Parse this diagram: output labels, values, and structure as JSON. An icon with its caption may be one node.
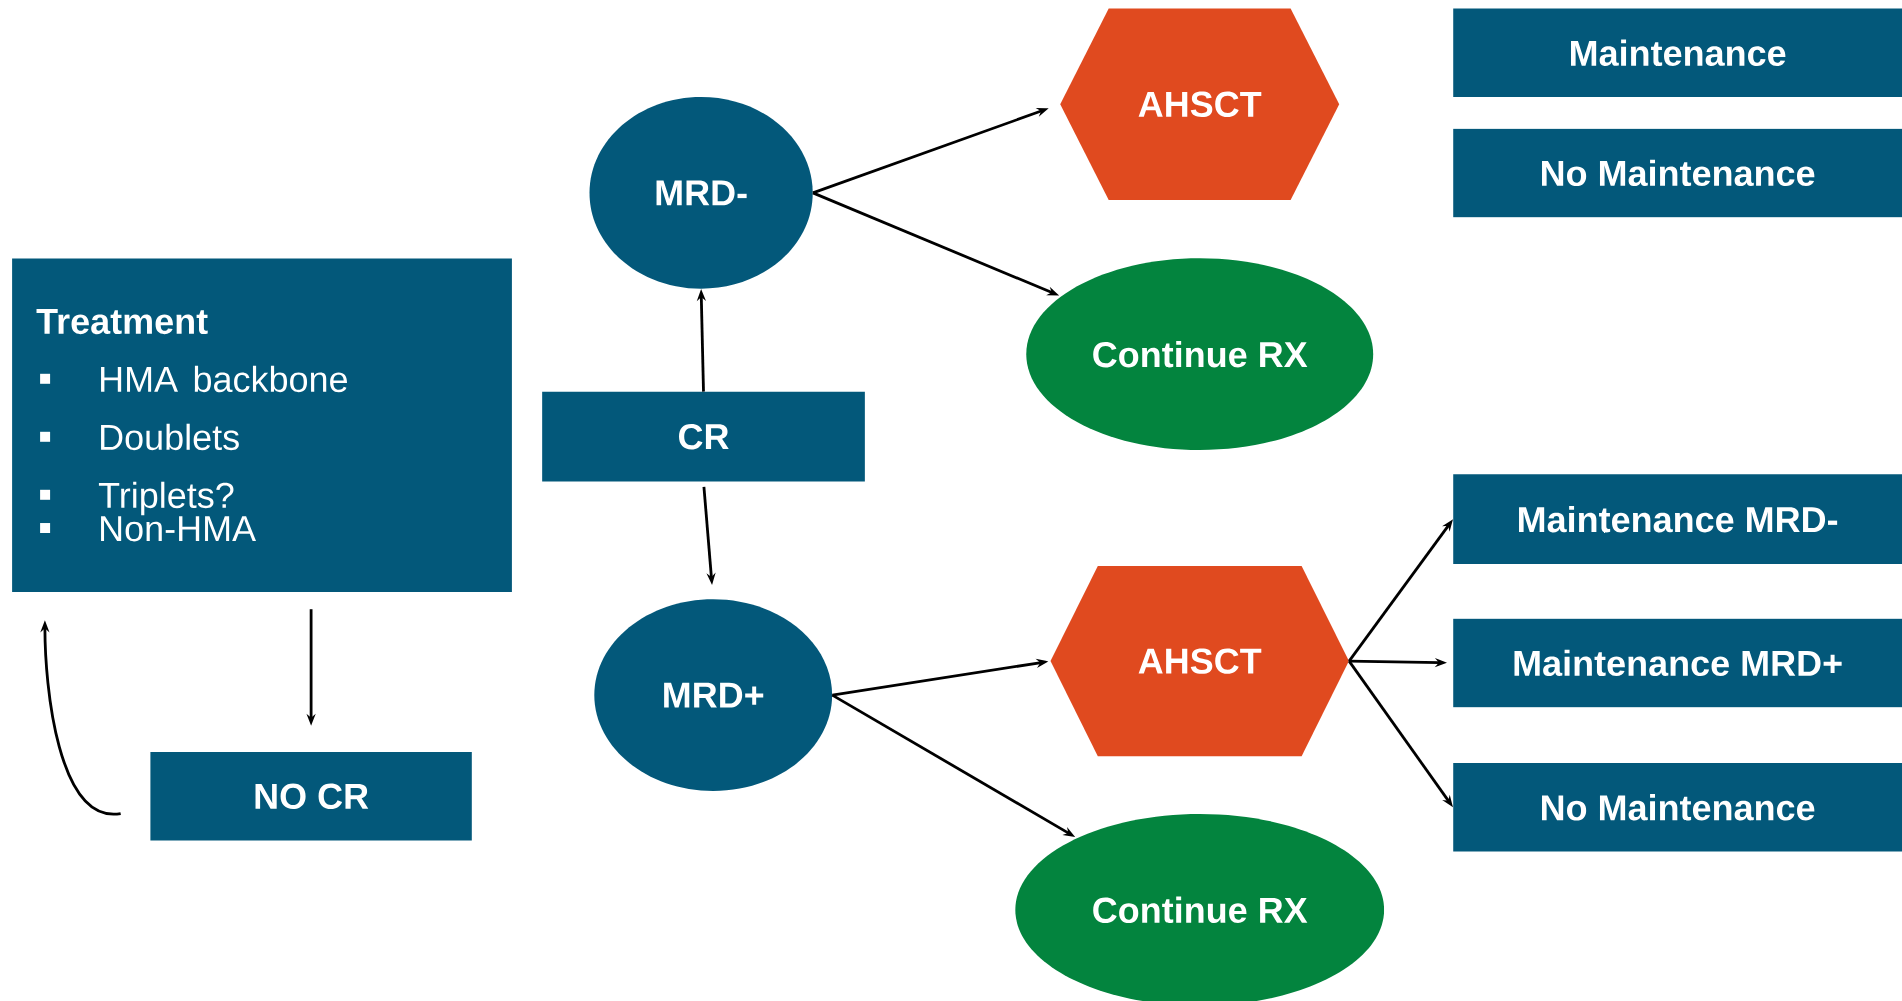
{
  "diagram": {
    "nodes": [
      {
        "text": [
          "Treatment",
          "HMA backbone",
          "Doublets",
          "Triplets?",
          "Non-HMA"
        ]
      },
      {
        "text": [
          "NO CR"
        ]
      },
      {
        "text": [
          "CR"
        ]
      },
      {
        "text": [
          "MRD-"
        ]
      },
      {
        "text": [
          "MRD+"
        ]
      },
      {
        "text": [
          "AHSCT"
        ]
      },
      {
        "text": [
          "Continue RX"
        ]
      },
      {
        "text": [
          "AHSCT"
        ]
      },
      {
        "text": [
          "Continue RX"
        ]
      },
      {
        "text": [
          "Maintenance"
        ]
      },
      {
        "text": [
          "No Maintenance"
        ]
      },
      {
        "text": [
          "Maintenance MRD-"
        ]
      },
      {
        "text": [
          "Maintenance MRD+"
        ]
      },
      {
        "text": [
          "No Maintenance"
        ]
      }
    ],
    "edges": [
      {
        "from": 2,
        "to": 3,
        "arrow": "to"
      },
      {
        "from": 2,
        "to": 4,
        "arrow": "to"
      },
      {
        "from": 3,
        "to": 5,
        "arrow": "to"
      },
      {
        "from": 3,
        "to": 6,
        "arrow": "to"
      },
      {
        "from": 4,
        "to": 7,
        "arrow": "to"
      },
      {
        "from": 4,
        "to": 8,
        "arrow": "to"
      },
      {
        "from": 7,
        "to": 11,
        "arrow": "to"
      },
      {
        "from": 7,
        "to": 12,
        "arrow": "to"
      },
      {
        "from": 7,
        "to": 13,
        "arrow": "to"
      },
      {
        "from": 0,
        "to": 1,
        "arrow": "to"
      },
      {
        "from": 1,
        "to": 0,
        "arrow": "to"
      }
    ]
  }
}
